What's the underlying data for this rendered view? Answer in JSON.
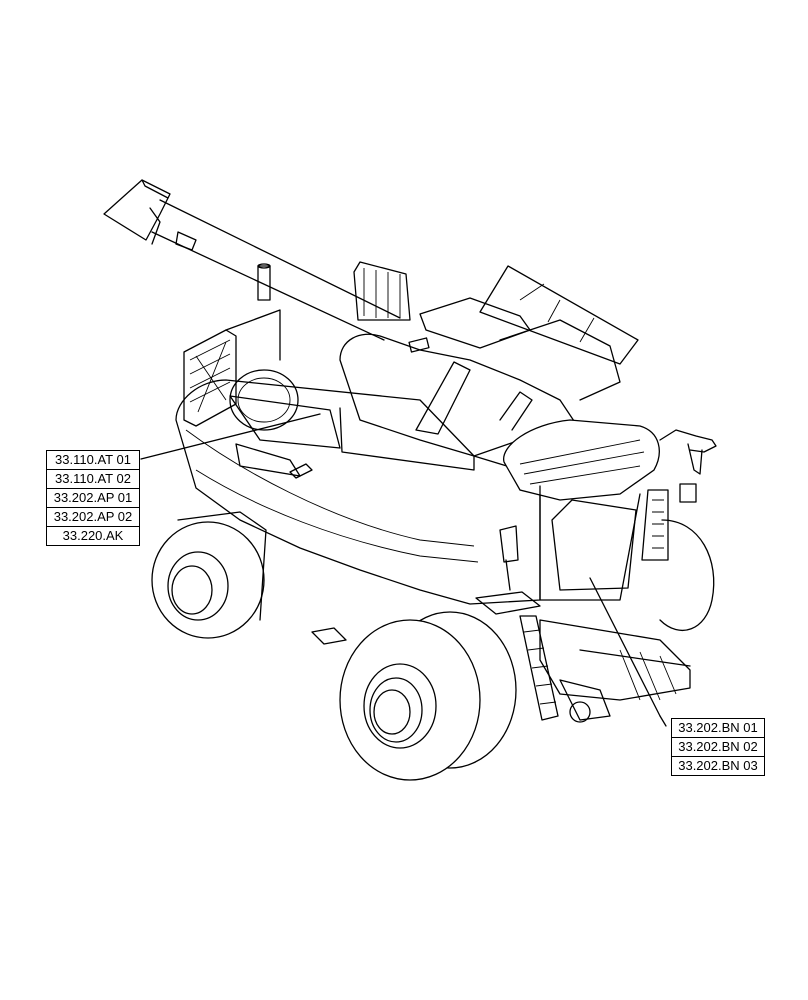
{
  "callouts_left": [
    {
      "label": "33.110.AT 01"
    },
    {
      "label": "33.110.AT 02"
    },
    {
      "label": "33.202.AP 01"
    },
    {
      "label": "33.202.AP 02"
    },
    {
      "label": "33.220.AK"
    }
  ],
  "callouts_right": [
    {
      "label": "33.202.BN 01"
    },
    {
      "label": "33.202.BN 02"
    },
    {
      "label": "33.202.BN 03"
    }
  ]
}
